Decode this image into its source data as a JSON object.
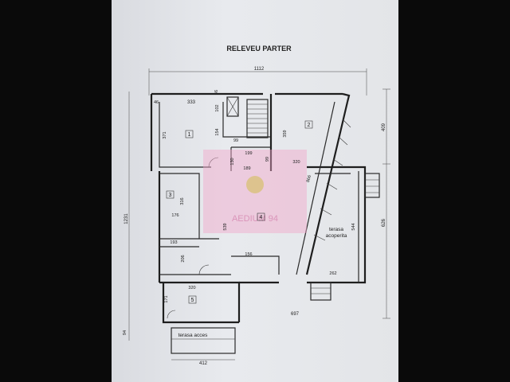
{
  "title": "RELEVEU PARTER",
  "watermark": "AEDIUM 94",
  "colors": {
    "paper": "#e5e7ea",
    "ink": "#222222",
    "watermark": "#f2a7c9",
    "background": "#0a0a0a"
  },
  "rooms": [
    {
      "num": "1"
    },
    {
      "num": "2"
    },
    {
      "num": "3"
    },
    {
      "num": "4"
    },
    {
      "num": "5"
    }
  ],
  "labels": {
    "terasa_acoperita_1": "terasa",
    "terasa_acoperita_2": "acoperita",
    "terasa_acces": "terasa acces"
  },
  "dimensions": {
    "top_total": "1112",
    "left_total": "1231",
    "right_upper": "409",
    "right_lower": "626",
    "bottom_width": "412",
    "bottom_mid": "697",
    "d_333": "333",
    "d_46a": "46",
    "d_46b": "46",
    "d_371": "371",
    "d_154": "154",
    "d_102": "102",
    "d_359": "359",
    "d_99a": "99",
    "d_199": "199",
    "d_189": "189",
    "d_130": "130",
    "d_320a": "320",
    "d_99b": "99",
    "d_316": "316",
    "d_176": "176",
    "d_193": "193",
    "d_206": "206",
    "d_539": "539",
    "d_156": "156",
    "d_544": "544",
    "d_866": "866",
    "d_262": "262",
    "d_320b": "320",
    "d_94": "94",
    "d_171": "171"
  }
}
